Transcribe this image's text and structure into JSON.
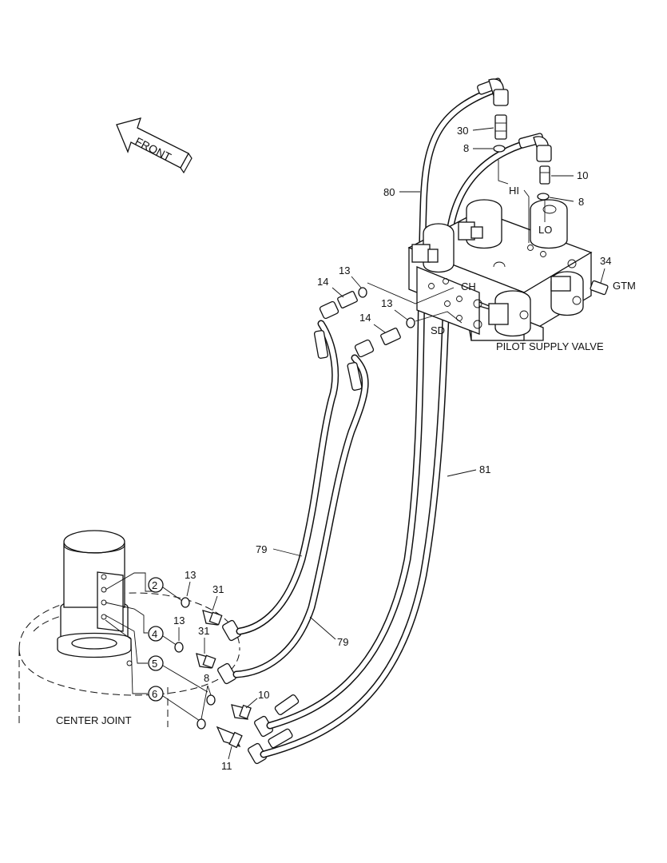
{
  "labels": {
    "front": "FRONT",
    "pilot_supply_valve": "PILOT SUPPLY VALVE",
    "center_joint": "CENTER JOINT",
    "port_hi": "HI",
    "port_lo": "LO",
    "port_ch": "CH",
    "port_sd": "SD",
    "port_gtm": "GTM"
  },
  "part_numbers": {
    "p30": "30",
    "p8_top": "8",
    "p80": "80",
    "p10_top": "10",
    "p8_right": "8",
    "p34": "34",
    "p13_a": "13",
    "p14_a": "14",
    "p13_b": "13",
    "p14_b": "14",
    "p81": "81",
    "p79_a": "79",
    "p79_b": "79",
    "p13_c": "13",
    "p31_a": "31",
    "p13_d": "13",
    "p31_b": "31",
    "p8_bottom": "8",
    "p10_bottom": "10",
    "p11": "11"
  },
  "circled_ports": {
    "c2": "2",
    "c4": "4",
    "c5": "5",
    "c6": "6"
  }
}
